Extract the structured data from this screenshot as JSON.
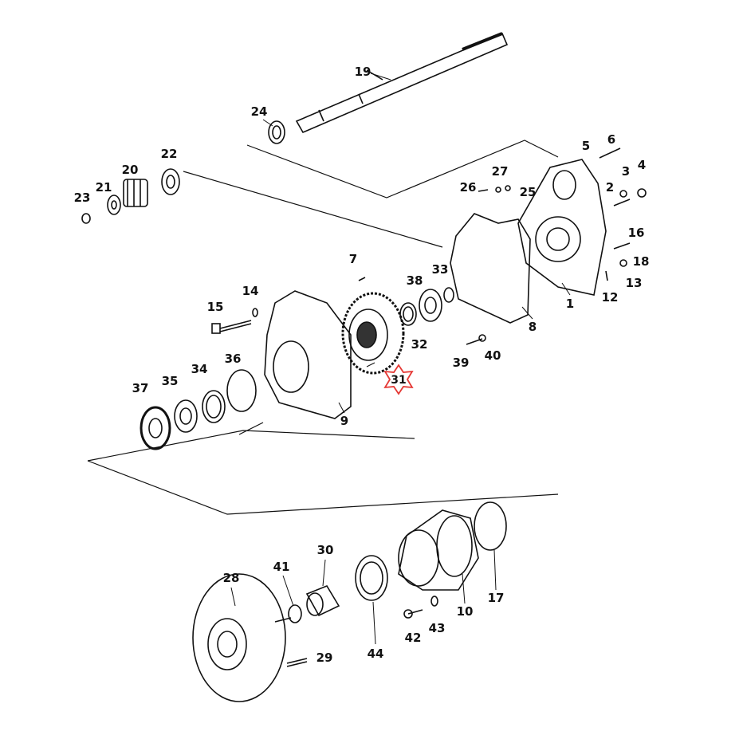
{
  "diagram": {
    "highlight_color": "#e53935",
    "highlighted_part": "31",
    "part_numbers": [
      "19",
      "24",
      "5",
      "6",
      "27",
      "26",
      "25",
      "3",
      "4",
      "2",
      "23",
      "21",
      "20",
      "22",
      "16",
      "18",
      "13",
      "12",
      "1",
      "7",
      "14",
      "15",
      "38",
      "33",
      "32",
      "8",
      "39",
      "40",
      "36",
      "34",
      "35",
      "37",
      "9",
      "31",
      "17",
      "10",
      "30",
      "41",
      "28",
      "44",
      "42",
      "43",
      "29"
    ]
  }
}
